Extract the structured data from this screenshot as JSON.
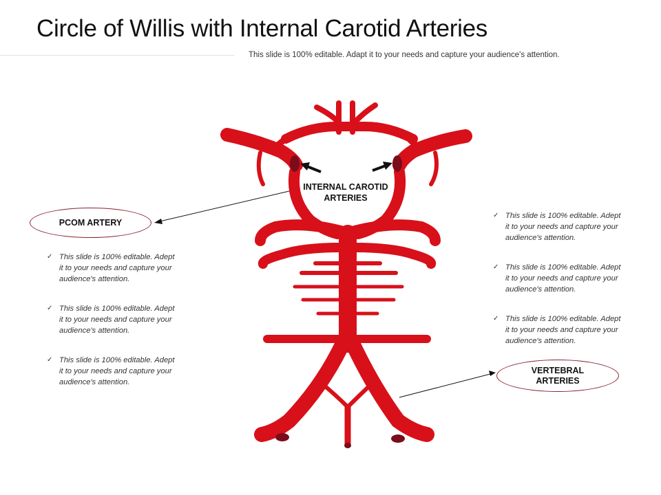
{
  "header": {
    "title": "Circle of Willis with Internal Carotid Arteries",
    "subtitle": "This slide is 100% editable. Adapt it to your needs and capture your audience's attention."
  },
  "diagram": {
    "artery_color": "#d8101a",
    "dark_red": "#7a0c1c",
    "labels": {
      "pcom": "PCOM ARTERY",
      "internal_carotid_line1": "INTERNAL CAROTID",
      "internal_carotid_line2": "ARTERIES",
      "vertebral_line1": "VERTEBRAL",
      "vertebral_line2": "ARTERIES"
    }
  },
  "left_bullets": [
    "This slide is 100% editable. Adept it to your needs and capture your audience's attention.",
    "This slide is 100% editable. Adept it to your needs and capture your audience's attention.",
    "This slide is 100% editable. Adept it to your needs and capture your audience's attention."
  ],
  "right_bullets": [
    "This slide is 100% editable. Adept it to your needs and capture your audience's attention.",
    "This slide is 100% editable. Adept it to your needs and capture your audience's attention.",
    "This slide is 100% editable. Adept it to your needs and capture your audience's attention."
  ],
  "icons": {
    "bullet": "check-icon"
  }
}
